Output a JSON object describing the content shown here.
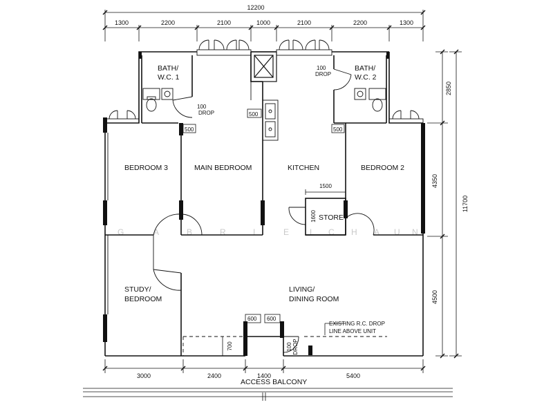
{
  "colors": {
    "page": "#ffffff",
    "frame": "#000000",
    "ink": "#111111",
    "watermark": "#c9c9c9"
  },
  "dimensions": {
    "overall_width": "12200",
    "top": [
      "1300",
      "2200",
      "2100",
      "1000",
      "2100",
      "2200",
      "1300"
    ],
    "bottom": [
      "3000",
      "2400",
      "1400",
      "5400"
    ],
    "right": [
      "2850",
      "4350",
      "4500"
    ],
    "overall_depth": "11700",
    "inner": {
      "bath1_drop": "100",
      "bath2_drop": "100",
      "main_bed_500": "500",
      "kitchen_500": "500",
      "bed2_500": "500",
      "store_width": "1500",
      "store_depth": "1600",
      "dining_600_left": "600",
      "dining_600_right": "600",
      "recess_700": "700",
      "door_drop": "100"
    }
  },
  "rooms": {
    "bath1": [
      "BATH/",
      "W.C. 1"
    ],
    "bath2": [
      "BATH/",
      "W.C. 2"
    ],
    "bedroom3": "BEDROOM 3",
    "main_bedroom": "MAIN BEDROOM",
    "kitchen": "KITCHEN",
    "bedroom2": "BEDROOM 2",
    "store": "STORE",
    "study": [
      "STUDY/",
      "BEDROOM"
    ],
    "living": [
      "LIVING/",
      "DINING ROOM"
    ]
  },
  "labels": {
    "drop": "DROP",
    "access_balcony": "ACCESS BALCONY",
    "note": [
      "EXISTING R.C. DROP",
      "LINE ABOVE UNIT"
    ]
  },
  "watermark": [
    "G",
    "A",
    "B",
    "R",
    "I",
    "E",
    "L",
    "C",
    "H",
    "A",
    "U",
    "N"
  ]
}
